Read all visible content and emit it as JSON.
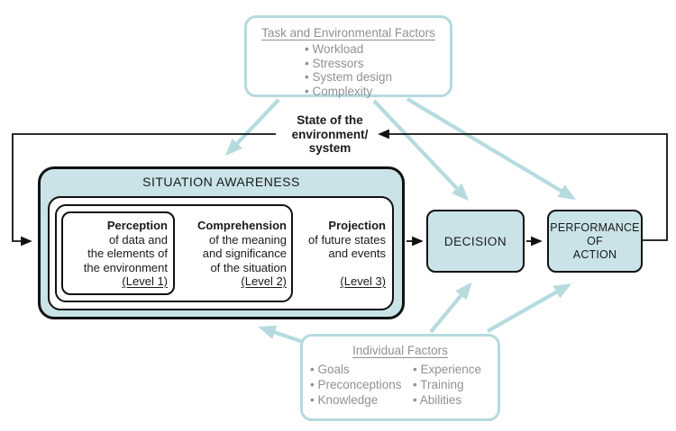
{
  "task_factors": {
    "title": "Task and Environmental Factors",
    "items": [
      "Workload",
      "Stressors",
      "System design",
      "Complexity"
    ]
  },
  "state_label": "State of the\nenvironment/\nsystem",
  "situation_awareness": {
    "title": "SITUATION AWARENESS",
    "levels": [
      {
        "title": "Perception",
        "body": "of data and\nthe elements of\nthe environment",
        "level": "(Level 1)"
      },
      {
        "title": "Comprehension",
        "body": "of the meaning\nand significance\nof the situation",
        "level": "(Level 2)"
      },
      {
        "title": "Projection",
        "body": "of future states\nand events",
        "level": "(Level 3)"
      }
    ]
  },
  "decision_label": "DECISION",
  "performance_label": "PERFORMANCE\nOF\nACTION",
  "individual_factors": {
    "title": "Individual Factors",
    "col1": [
      "Goals",
      "Preconceptions",
      "Knowledge"
    ],
    "col2": [
      "Experience",
      "Training",
      "Abilities"
    ]
  },
  "connections": {
    "black_flow": [
      "state-of-environment -> situation-awareness",
      "situation-awareness -> decision",
      "decision -> performance-of-action",
      "performance-of-action -> state-of-environment (feedback loop)"
    ],
    "teal_influence": [
      "task-environmental-factors -> state/system input",
      "task-environmental-factors -> decision",
      "task-environmental-factors -> performance-of-action",
      "individual-factors -> situation-awareness",
      "individual-factors -> decision",
      "individual-factors -> performance-of-action"
    ]
  },
  "colors": {
    "teal_fill": "#c9e3e8",
    "teal_border": "#b5dade",
    "teal_arrow": "#b6dbdf",
    "gray_text": "#8e9193",
    "black": "#111111"
  }
}
